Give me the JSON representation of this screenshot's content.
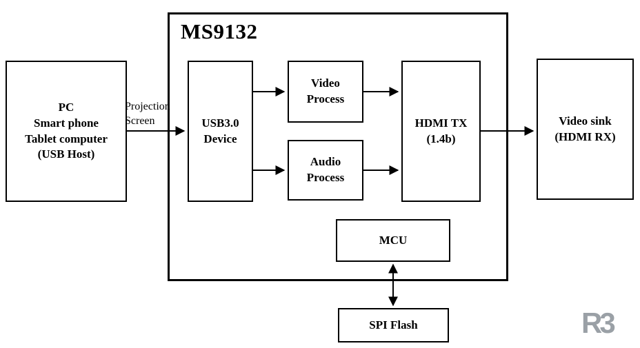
{
  "diagram": {
    "title": "MS9132",
    "nodes": {
      "usb_host": {
        "label": "PC\nSmart phone\nTablet computer\n(USB Host)"
      },
      "usb30_device": {
        "label": "USB3.0\nDevice"
      },
      "video_process": {
        "label": "Video\nProcess"
      },
      "audio_process": {
        "label": "Audio\nProcess"
      },
      "hdmi_tx": {
        "label": "HDMI TX\n(1.4b)"
      },
      "video_sink": {
        "label": "Video sink\n(HDMI RX)"
      },
      "mcu": {
        "label": "MCU"
      },
      "spi_flash": {
        "label": "SPI Flash"
      }
    },
    "edges": [
      {
        "from": "usb_host",
        "to": "usb30_device",
        "label": "Projection\nScreen",
        "direction": "right"
      },
      {
        "from": "usb30_device",
        "to": "video_process",
        "label": "",
        "direction": "right"
      },
      {
        "from": "usb30_device",
        "to": "audio_process",
        "label": "",
        "direction": "right"
      },
      {
        "from": "video_process",
        "to": "hdmi_tx",
        "label": "",
        "direction": "right"
      },
      {
        "from": "audio_process",
        "to": "hdmi_tx",
        "label": "",
        "direction": "right"
      },
      {
        "from": "hdmi_tx",
        "to": "video_sink",
        "label": "",
        "direction": "right"
      },
      {
        "from": "mcu",
        "to": "spi_flash",
        "label": "",
        "direction": "both"
      }
    ],
    "edge_label": "Projection\nScreen",
    "logo_text": "R3",
    "colors": {
      "line": "#000000",
      "box_border": "#000000",
      "background": "#ffffff",
      "logo": "#9aa0a6"
    }
  }
}
